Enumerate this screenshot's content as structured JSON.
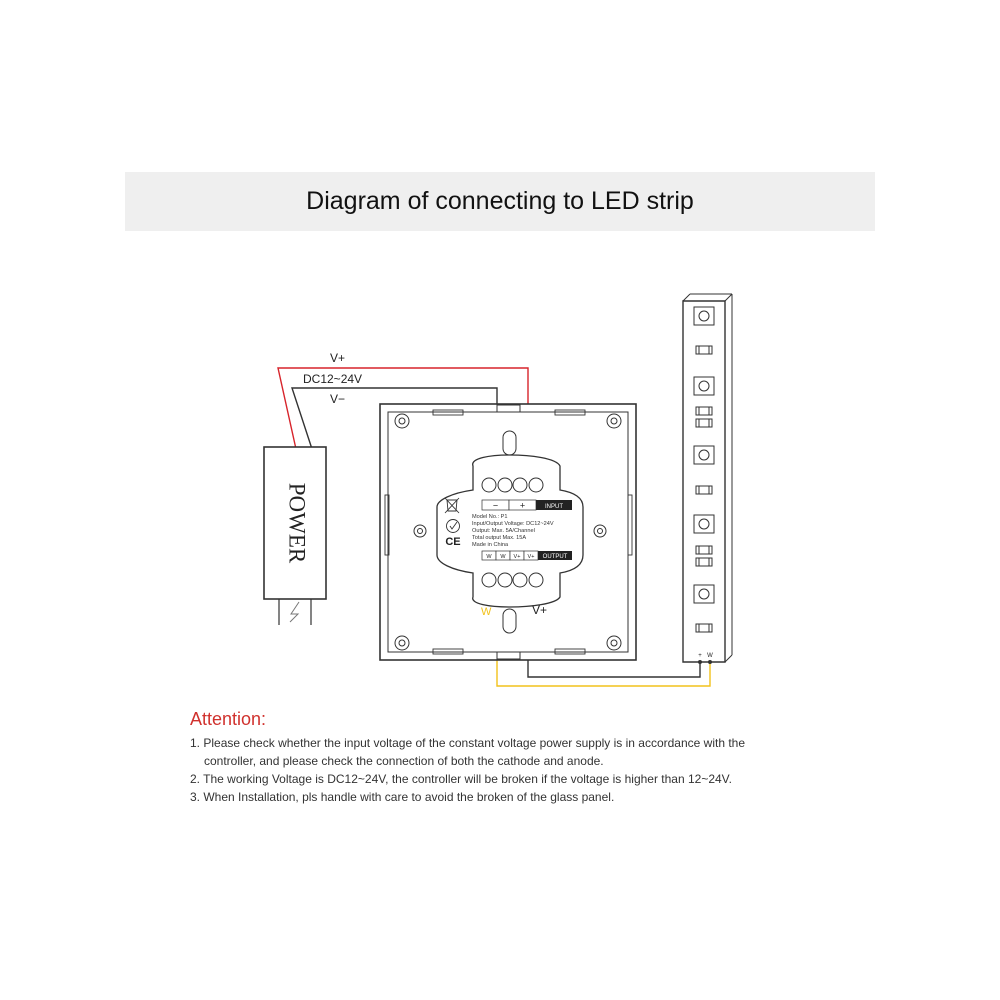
{
  "title": "Diagram of connecting to LED strip",
  "colors": {
    "red_wire": "#d7242b",
    "yellow_wire": "#f2c21b",
    "dark_wire": "#333333",
    "attention": "#d0312d"
  },
  "power_supply": {
    "label": "POWER",
    "input_label": "DC12~24V",
    "pos_label": "V+",
    "neg_label": "V−"
  },
  "controller": {
    "input_terminals": [
      "−",
      "+"
    ],
    "input_header": "INPUT",
    "label_lines": [
      "Model No.: P1",
      "Input/Output Voltage: DC12~24V",
      "Output: Max. 5A/Channel",
      "Total output Max. 15A",
      "Made in China"
    ],
    "output_terminals": [
      "W",
      "W",
      "V+",
      "V+"
    ],
    "output_header": "OUTPUT",
    "ce_mark": "CE"
  },
  "output_wire_labels": {
    "w": "W",
    "vplus": "V+"
  },
  "strip": {
    "terminal_plus": "+",
    "terminal_w": "W"
  },
  "attention": {
    "heading": "Attention:",
    "items": [
      {
        "num": "1.",
        "line1": "Please check whether the input voltage of the constant voltage power supply is in accordance with the",
        "line2": "controller, and please check the connection of both the cathode and anode."
      },
      {
        "num": "2.",
        "line1": "The working Voltage is DC12~24V, the controller will be broken if the voltage is higher than 12~24V."
      },
      {
        "num": "3.",
        "line1": "When Installation, pls handle with care to avoid the broken of the glass panel."
      }
    ]
  }
}
